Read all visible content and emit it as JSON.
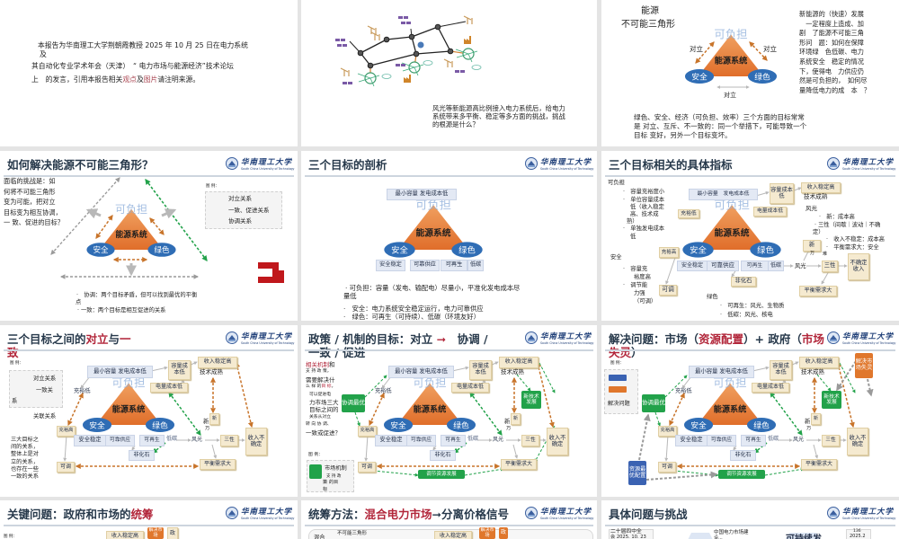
{
  "logo": {
    "name": "华南理工大学",
    "subtitle": "South China University of Technology"
  },
  "triangle": {
    "top": "可负担",
    "center": "能源系统",
    "left": "安全",
    "right": "绿色"
  },
  "colors": {
    "accent_red": "#b2263a",
    "triangle_orange": "#e8823a",
    "ellipse_blue": "#2f6db5",
    "consistent_green": "#22a24a",
    "opposed_orange": "#c8742a",
    "coordinate_gray": "#9a9a9a"
  },
  "slide1": {
    "line1": "本报告为华南理工大学荆朝霞教授 2025 年 10 月 25 日在电力系统",
    "line1b": "及",
    "line2": "其自动化专业学术年会（天津）　“ 电力市场与能源经济”技术论坛",
    "line3": [
      {
        "text": "上　的发言，引用本报告相关"
      },
      {
        "text": "观点",
        "accent": true
      },
      {
        "text": "及"
      },
      {
        "text": "图片",
        "accent": true
      },
      {
        "text": "请注明来源。"
      }
    ]
  },
  "slide2": {
    "caption": [
      "风光等新能源高比例接入电力系统后，给电力",
      "系统带来多平衡、稳定等多方面的挑战，挑战",
      "的根源是什么？"
    ]
  },
  "slide3": {
    "heading1": "能源",
    "heading2": "不可能三角形",
    "opposed": "对立",
    "side_text": [
      "新能源的（快速）发展",
      "　一定程度上造成、加",
      "剧　了能源不可能三角",
      "形问　题：如何在保障",
      "环境绿　色低碳、电力",
      "系统安全　稳定的情况",
      "下，使得电　力供应仍",
      "然是可负担的，　如何尽",
      "量降低电力的成　本　？"
    ],
    "bottom_text": [
      "绿色、安全、经济（可负担、效率）三个方面的目标常常",
      "是 对立、互斥、不一致的：同一个举措下，可能导致一个",
      "目标 变好，另外一个目标变坏。"
    ]
  },
  "slide4": {
    "title": [
      {
        "text": "如何解决能源不可能三角形？"
      }
    ],
    "challenge": [
      "面临的挑战是：如",
      "何将不可能三角形",
      " 变为可能，把对立",
      "  目标变为相互协调，",
      "一 致、促进的目标？"
    ],
    "legend_title": "图 例：",
    "legend": [
      "对立关系",
      "一致、促进关系",
      "协调关系"
    ],
    "bullets": [
      "·　协调：两个目标矛盾，但可以找到最优的平衡",
      "点",
      "· 一致：两个目标是相互促进的关系"
    ]
  },
  "slide5": {
    "title": [
      {
        "text": "三个目标的剖析"
      }
    ],
    "top_box": "最小容量  发电成本低",
    "bottom_boxes": [
      "安全稳定",
      "可靠供应",
      "可再生",
      "低碳"
    ],
    "bullets": [
      "· 可负担：容量（发电、输配电）尽量小，平准化发电成本尽",
      "量低",
      "·　安全：电力系统安全稳定运行，电力可靠供应",
      "·　绿色：可再生（可持续）、低碳（环境友好）"
    ]
  },
  "slide6": {
    "title": [
      {
        "text": "三个目标相关的具体指标"
      }
    ],
    "afford_head": "可负担",
    "afford": [
      "·　容量充裕度小",
      "·　单位容量成本",
      "低（收入稳定",
      "高、技术成",
      "熟）",
      "·　单独发电成本",
      "低"
    ],
    "safe_head": "安全",
    "safe": [
      "·　容量充",
      "裕度高",
      "·　调节能",
      "力强",
      "（可调）"
    ],
    "green_head": "绿色",
    "green": [
      "·　可再生：风光、生物质",
      "·　低碳：风光、核电"
    ],
    "wind_head": "风光",
    "wind": [
      "·　新：成本高",
      "· 三性（间歇｜波动｜不确",
      "定）",
      "·　收入不稳定：成本高",
      "·　平衡需求大：安全"
    ],
    "boxes": {
      "min_cap": "最小容量　发电成本低",
      "cap_cost": "容量成本低",
      "income_stable": "收入稳定高",
      "tech": "技术成熟",
      "energy_cost": "电量成本低",
      "adequacy_low": "充裕低",
      "adequacy_high": "充裕高",
      "safe_stable": "安全稳定",
      "reliable": "可靠供应",
      "renewable": "可再生",
      "low_carbon": "低碳",
      "wind_solar": "风光",
      "new": "新",
      "wan": "万",
      "three": "三性",
      "nan": "难",
      "uncertain": "不确定收入",
      "non_fossil": "非化石",
      "dispatchable": "可调",
      "balance": "平衡需求大"
    }
  },
  "net": {
    "min_cap": "最小容量 发电成本低",
    "cap_cost": "容量成本低",
    "income_stable": "收入稳定高",
    "tech": "技术成熟",
    "energy_cost": "电量成本低",
    "adequacy_low": "充裕低",
    "adequacy_high": "充裕高",
    "safe_stable": "安全稳定",
    "reliable": "可靠供应",
    "renewable": "可再生",
    "low_carbon": "低碳",
    "non_fossil": "非化石",
    "wind_solar": "风光",
    "new": "新",
    "wan": "万",
    "three": "三性",
    "uncertain": "收入不确定",
    "dispatchable": "可调",
    "balance": "平衡需求大",
    "coord": "协调最优",
    "flex_dev": "调节资源发展",
    "new_tech": "新技术发展",
    "res_alloc": "资源最优配置",
    "fix_failure": "解决市场失灵"
  },
  "slide7": {
    "title": [
      {
        "text": "三个目标之间的"
      },
      {
        "text": "对立",
        "accent": true
      },
      {
        "text": "与"
      },
      {
        "text": "一致",
        "accent": true
      }
    ],
    "legend_title": "图 例：",
    "legend": [
      "对立关系",
      "一致关",
      "系"
    ],
    "related": "关联关系",
    "note": [
      "三大目标之",
      "间的关系，",
      "整体上是对",
      "立的关系，",
      "也存在一些",
      "一致的关系"
    ]
  },
  "slide8": {
    "title": [
      {
        "text": "政策 / 机制的目标：对立 "
      },
      {
        "text": "➞",
        "accent": true
      },
      {
        "text": "　协调 / 一致 / 促进"
      }
    ],
    "question": [
      [
        {
          "text": "相关机制",
          "accent": true
        },
        {
          "text": "和"
        }
      ],
      [
        {
          "text": "支 持 政 策，"
        }
      ],
      [
        {
          "text": "需要解决什"
        }
      ],
      [
        {
          "text": "么 样 的"
        },
        {
          "text": "目 标",
          "accent": true
        },
        {
          "text": "，"
        }
      ],
      [
        {
          "text": "可以促进电"
        }
      ],
      [
        {
          "text": "力市场三大"
        }
      ],
      [
        {
          "text": "目标之间的"
        }
      ],
      [
        {
          "text": "关系从对立"
        }
      ],
      [
        {
          "text": "转 向 协 调、"
        }
      ],
      [
        {
          "text": "一致或促进？"
        }
      ]
    ],
    "legend_title": "图 例：",
    "legend_mech": "市场机制",
    "legend_goal": [
      "支 持 政",
      "策 的目",
      "标"
    ]
  },
  "slide9": {
    "title": [
      {
        "text": "解决问题：市场（"
      },
      {
        "text": "资源配置",
        "accent": true
      },
      {
        "text": "）+ 政府（"
      },
      {
        "text": "市场失灵",
        "accent": true
      },
      {
        "text": "）"
      }
    ],
    "legend_title": "图 例：",
    "legend_solve": "解决问题"
  },
  "slide10": {
    "title": [
      {
        "text": "关键问题：政府和市场的"
      },
      {
        "text": "统筹",
        "accent": true
      }
    ],
    "legend_title": "图 例：",
    "box_income": "收入稳定高",
    "box_fix": "解决市场",
    "box_gov": "政"
  },
  "slide11": {
    "title": [
      {
        "text": "统筹方法："
      },
      {
        "text": "混合电力市场",
        "accent": true
      },
      {
        "text": "➞分离价格信号"
      }
    ],
    "mixed": "混合",
    "triangle_label": "不可能三角形",
    "box_income": "收入稳定高",
    "box_fix": "解决市场",
    "box_gov": "政"
  },
  "slide12": {
    "title": [
      {
        "text": "具体问题与挑战"
      }
    ],
    "plenum": [
      "二十届四中全",
      "会 2025. 10. 23"
    ],
    "market": [
      "中国电力市场建",
      "设..."
    ],
    "sustain": "可持续发",
    "doc": [
      "136",
      "2025.2"
    ]
  }
}
